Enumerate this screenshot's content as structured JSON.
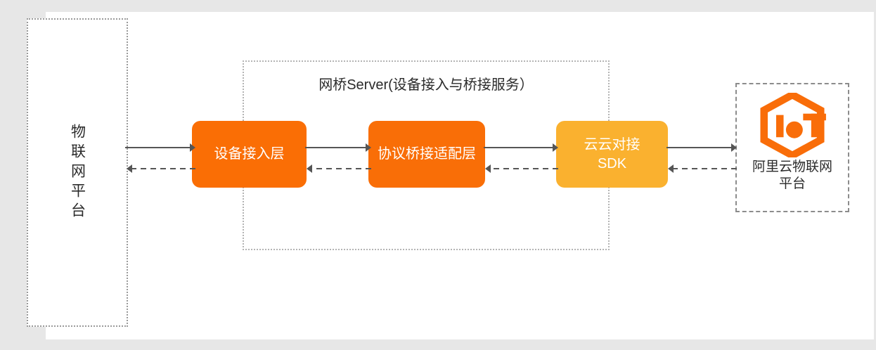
{
  "diagram": {
    "title_visible": false,
    "background_color": "#e7e7e7",
    "canvas_color": "#ffffff",
    "left_node": {
      "label": "物联网平台",
      "orientation": "vertical",
      "border_style": "dotted",
      "border_color": "#9a9a9a"
    },
    "bridge_group": {
      "title": "网桥Server(设备接入与桥接服务）",
      "border_style": "dotted",
      "border_color": "#b4b4b4"
    },
    "nodes": [
      {
        "id": "device-access",
        "label": "设备接入层",
        "color": "#fa6e05",
        "text_color": "#ffffff"
      },
      {
        "id": "protocol-adapter",
        "label": "协议桥接适配层",
        "color": "#f96e07",
        "text_color": "#ffffff"
      },
      {
        "id": "cloud-sdk",
        "label": "云云对接\nSDK",
        "line1": "云云对接",
        "line2": "SDK",
        "color": "#fab12f",
        "text_color": "#ffffff"
      }
    ],
    "right_node": {
      "logo_name": "iot-hexagon-logo",
      "logo_color": "#f96d09",
      "label": "阿里云物联网平台",
      "border_style": "dashed",
      "border_color": "#8c8c8c"
    },
    "connectors": [
      {
        "id": "platform-to-device-access",
        "direction": "right",
        "style": "solid",
        "color": "#555555"
      },
      {
        "id": "device-access-to-platform",
        "direction": "left",
        "style": "dashed",
        "color": "#555555"
      },
      {
        "id": "device-access-to-adapter",
        "direction": "right",
        "style": "solid",
        "color": "#555555"
      },
      {
        "id": "adapter-to-device-access",
        "direction": "left",
        "style": "dashed",
        "color": "#555555"
      },
      {
        "id": "adapter-to-sdk",
        "direction": "right",
        "style": "solid",
        "color": "#555555"
      },
      {
        "id": "sdk-to-adapter",
        "direction": "left",
        "style": "dashed",
        "color": "#555555"
      },
      {
        "id": "sdk-to-alibaba-iot",
        "direction": "right",
        "style": "solid",
        "color": "#555555"
      },
      {
        "id": "alibaba-iot-to-sdk",
        "direction": "left",
        "style": "dashed",
        "color": "#555555"
      }
    ]
  }
}
